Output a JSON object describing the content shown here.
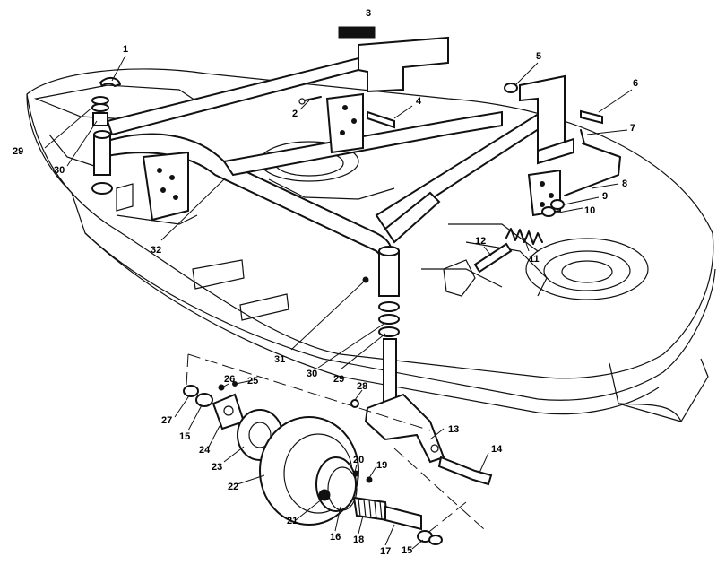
{
  "callouts": [
    {
      "id": "c1",
      "text": "1"
    },
    {
      "id": "c2",
      "text": "2"
    },
    {
      "id": "c3",
      "text": "3"
    },
    {
      "id": "c4",
      "text": "4"
    },
    {
      "id": "c5",
      "text": "5"
    },
    {
      "id": "c6",
      "text": "6"
    },
    {
      "id": "c7",
      "text": "7"
    },
    {
      "id": "c8",
      "text": "8"
    },
    {
      "id": "c9",
      "text": "9"
    },
    {
      "id": "c10",
      "text": "10"
    },
    {
      "id": "c11",
      "text": "11"
    },
    {
      "id": "c12",
      "text": "12"
    },
    {
      "id": "c13",
      "text": "13"
    },
    {
      "id": "c14",
      "text": "14"
    },
    {
      "id": "c15a",
      "text": "15"
    },
    {
      "id": "c15b",
      "text": "15"
    },
    {
      "id": "c16",
      "text": "16"
    },
    {
      "id": "c17",
      "text": "17"
    },
    {
      "id": "c18",
      "text": "18"
    },
    {
      "id": "c19",
      "text": "19"
    },
    {
      "id": "c20",
      "text": "20"
    },
    {
      "id": "c21",
      "text": "21"
    },
    {
      "id": "c22",
      "text": "22"
    },
    {
      "id": "c23",
      "text": "23"
    },
    {
      "id": "c24",
      "text": "24"
    },
    {
      "id": "c25",
      "text": "25"
    },
    {
      "id": "c26",
      "text": "26"
    },
    {
      "id": "c27",
      "text": "27"
    },
    {
      "id": "c28",
      "text": "28"
    },
    {
      "id": "c29a",
      "text": "29"
    },
    {
      "id": "c29b",
      "text": "29"
    },
    {
      "id": "c30a",
      "text": "30"
    },
    {
      "id": "c30b",
      "text": "30"
    },
    {
      "id": "c31",
      "text": "31"
    },
    {
      "id": "c32",
      "text": "32"
    }
  ]
}
